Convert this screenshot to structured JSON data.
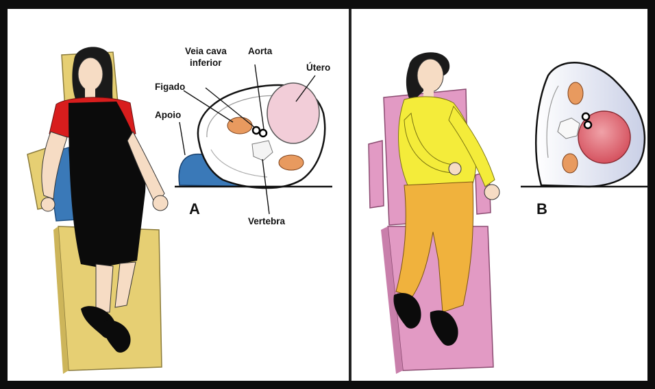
{
  "panel_a": {
    "letter": "A",
    "labels": {
      "veia_cava_line1": "Veia cava",
      "veia_cava_line2": "inferior",
      "aorta": "Aorta",
      "utero": "Útero",
      "figado": "Figado",
      "apoio": "Apoio",
      "vertebra": "Vertebra"
    }
  },
  "panel_b": {
    "letter": "B"
  },
  "colors": {
    "border": "#0d0d0d",
    "chair_a": "#e6cf73",
    "chair_b": "#e29ac4",
    "shirt_a": "#d81d1d",
    "dress_a": "#0b0b0b",
    "wedge": "#3a79b8",
    "shirt_b": "#f4ec3a",
    "pants_b": "#f0b23d",
    "uterus_a": "#f2cdd8",
    "uterus_b": "#e4737e",
    "organ": "#e89a5f"
  }
}
